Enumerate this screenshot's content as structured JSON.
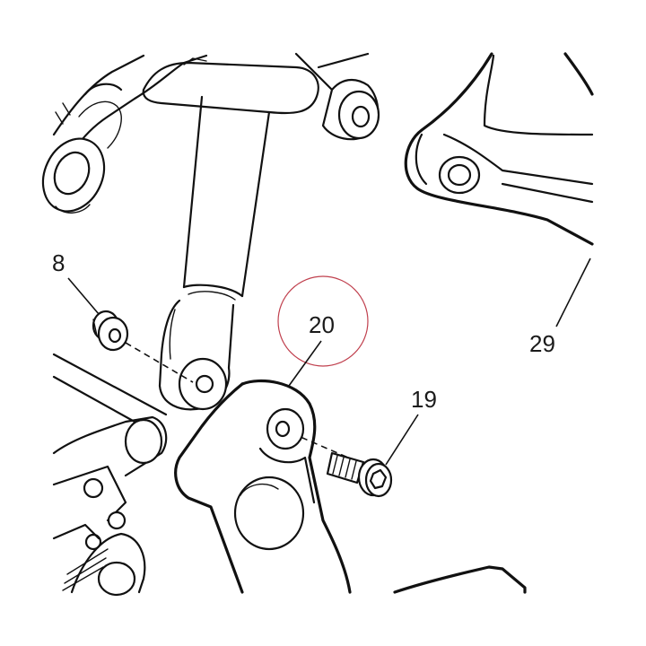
{
  "diagram": {
    "callouts": [
      {
        "id": "8",
        "label": "8",
        "part": "washer"
      },
      {
        "id": "20",
        "label": "20",
        "part": "bracket"
      },
      {
        "id": "19",
        "label": "19",
        "part": "bolt"
      },
      {
        "id": "29",
        "label": "29",
        "part": "frame"
      }
    ],
    "highlight": {
      "target": "20",
      "color": "#c0404e"
    },
    "colors": {
      "line": "#111111",
      "background": "#ffffff"
    }
  }
}
